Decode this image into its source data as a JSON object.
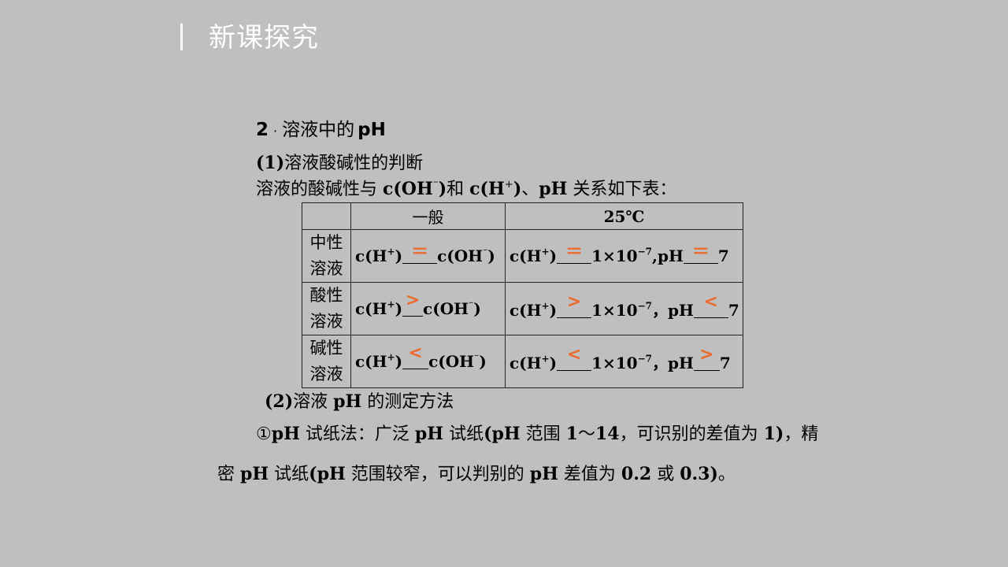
{
  "header": {
    "title": "新课探究"
  },
  "section": {
    "number": "2",
    "dot": "·",
    "title_cn": "溶液中的",
    "title_ph": "pH"
  },
  "part1": {
    "num": "(1)",
    "title": "溶液酸碱性的判断",
    "intro_a": "溶液的酸碱性与 ",
    "intro_b": "c(OH",
    "intro_c": "⁻",
    "intro_d": ")",
    "intro_e": "和 ",
    "intro_f": "c(H",
    "intro_g": "+",
    "intro_h": ")",
    "intro_i": "、",
    "intro_j": "pH",
    "intro_k": " 关系如下表："
  },
  "table": {
    "header": [
      "",
      "一般",
      "25℃"
    ],
    "h_pre": "c(H",
    "h_sup": "+",
    "h_post": ")",
    "oh_text": "c(OH",
    "oh_sup": "⁻",
    "oh_close": ")",
    "ten_text": "1×10",
    "ten_sup": "−7",
    "ph_text": "pH",
    "seven": "7",
    "comma_narrow": ",",
    "comma_wide": "，",
    "rows": [
      {
        "label1": "中性",
        "label2": "溶液",
        "ans_general": "＝",
        "ans_conc": "＝",
        "ans_ph": "＝"
      },
      {
        "label1": "酸性",
        "label2": "溶液",
        "ans_general": ">",
        "ans_conc": ">",
        "ans_ph": "<"
      },
      {
        "label1": "碱性",
        "label2": "溶液",
        "ans_general": "<",
        "ans_conc": "<",
        "ans_ph": ">"
      }
    ]
  },
  "part2": {
    "num": "(2)",
    "title_a": "溶液 ",
    "title_b": "pH",
    "title_c": " 的测定方法"
  },
  "method": {
    "line1_a": "①",
    "line1_b": "pH",
    "line1_c": " 试纸法：广泛 ",
    "line1_d": "pH",
    "line1_e": " 试纸",
    "line1_f": "(pH",
    "line1_g": " 范围 ",
    "line1_h": "1",
    "line1_i": "～",
    "line1_j": "14",
    "line1_k": "，可识别的差值为 ",
    "line1_l": "1)",
    "line1_m": "，精",
    "line2_a": "密 ",
    "line2_b": "pH",
    "line2_c": " 试纸",
    "line2_d": "(pH",
    "line2_e": " 范围较窄，可以判别的 ",
    "line2_f": "pH",
    "line2_g": " 差值为 ",
    "line2_h": "0.2",
    "line2_i": " 或 ",
    "line2_j": "0.3)",
    "line2_k": "。"
  },
  "colors": {
    "background": "#bfbfbf",
    "answer": "#ec6a2d",
    "header_text": "#ffffff"
  }
}
